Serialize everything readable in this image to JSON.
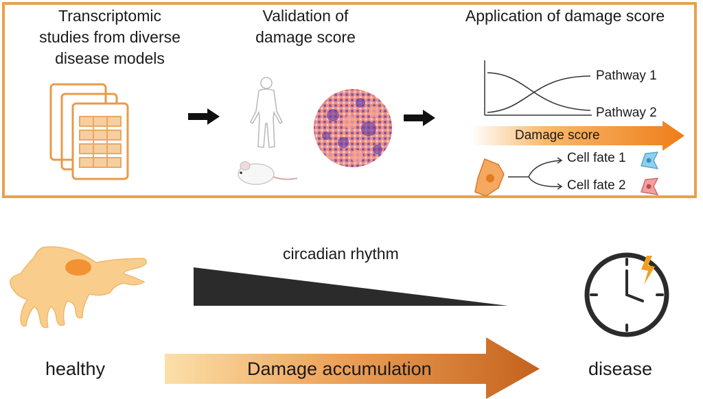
{
  "top_panel": {
    "step1": {
      "title_line1": "Transcriptomic",
      "title_line2": "studies from diverse",
      "title_line3": "disease models",
      "icon": "stacked-documents-icon"
    },
    "step2": {
      "title_line1": "Validation of",
      "title_line2": "damage score",
      "icons": [
        "human-silhouette-icon",
        "mouse-icon",
        "cell-cluster-sphere-icon"
      ]
    },
    "step3": {
      "title": "Application of damage score",
      "curve_labels": [
        "Pathway 1",
        "Pathway 2"
      ],
      "arrow_label": "Damage score",
      "fate_labels": [
        "Cell fate 1",
        "Cell fate 2"
      ]
    }
  },
  "bottom_panel": {
    "left_label": "healthy",
    "right_label": "disease",
    "wedge_label": "circadian rhythm",
    "arrow_label": "Damage accumulation",
    "icons": [
      "healthy-cell-icon",
      "broken-clock-icon"
    ]
  },
  "colors": {
    "frame": "#e8a14a",
    "cell": "#f6c883",
    "nucleus": "#ef8f2a",
    "wedge": "#2b2b2b",
    "arrow_start": "#f9d59a",
    "arrow_end": "#c4621c",
    "pathway_cell_blue": "#7fc3e4",
    "pathway_cell_red": "#e98080"
  }
}
